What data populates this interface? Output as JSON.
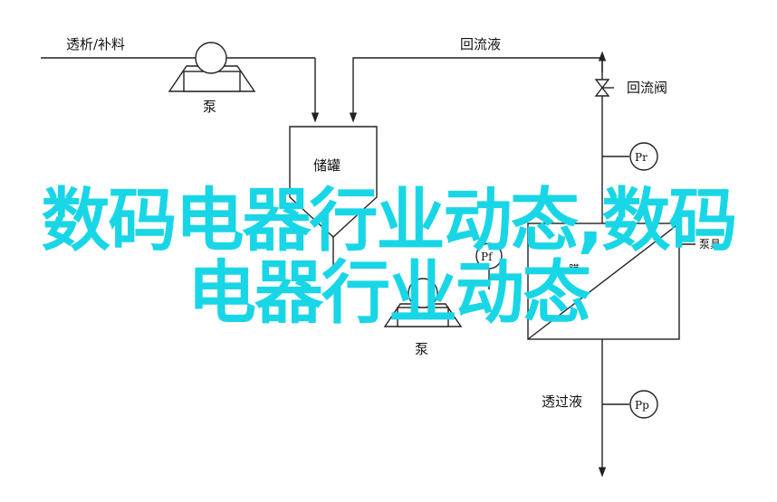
{
  "diagram": {
    "labels": {
      "feed": "透析/补料",
      "pump_top": "泵",
      "reflux": "回流液",
      "reflux_valve": "回流阀",
      "tank": "储罐",
      "gauge_pr": "Pr",
      "gauge_pf": "Pf",
      "module_text": "膜",
      "device": "泵具",
      "pump_bottom": "泵",
      "permeate": "透过液",
      "gauge_pp": "Pp"
    }
  },
  "overlay": {
    "line1": "数码电器行业动态,数码",
    "line2": "电器行业动态"
  },
  "colors": {
    "overlay_text": "#19d6e6",
    "line": "#222222"
  }
}
